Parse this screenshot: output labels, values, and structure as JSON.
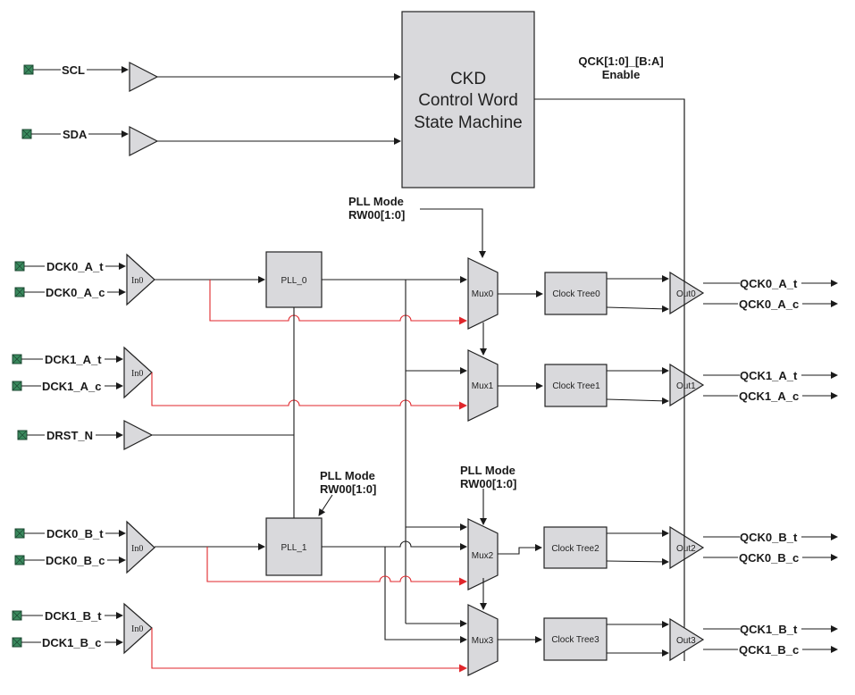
{
  "state_machine": {
    "lines": [
      "CKD",
      "Control Word",
      "State Machine"
    ]
  },
  "enable_label": [
    "QCK[1:0]_[B:A]",
    "Enable"
  ],
  "pll_mode_label": [
    "PLL Mode",
    "RW00[1:0]"
  ],
  "inputs": {
    "scl": "SCL",
    "sda": "SDA",
    "dck0_a_t": "DCK0_A_t",
    "dck0_a_c": "DCK0_A_c",
    "dck1_a_t": "DCK1_A_t",
    "dck1_a_c": "DCK1_A_c",
    "drst_n": "DRST_N",
    "dck0_b_t": "DCK0_B_t",
    "dck0_b_c": "DCK0_B_c",
    "dck1_b_t": "DCK1_B_t",
    "dck1_b_c": "DCK1_B_c"
  },
  "input_buffer_label": "In0",
  "plls": [
    "PLL_0",
    "PLL_1"
  ],
  "muxes": [
    "Mux0",
    "Mux1",
    "Mux2",
    "Mux3"
  ],
  "clock_trees": [
    "Clock Tree0",
    "Clock Tree1",
    "Clock Tree2",
    "Clock Tree3"
  ],
  "out_buffers": [
    "Out0",
    "Out1",
    "Out2",
    "Out3"
  ],
  "outputs": [
    "QCK0_A_t",
    "QCK0_A_c",
    "QCK1_A_t",
    "QCK1_A_c",
    "QCK0_B_t",
    "QCK0_B_c",
    "QCK1_B_t",
    "QCK1_B_c"
  ],
  "colors": {
    "bypass_path": "#e0262b",
    "pin": "#3a8a5e",
    "block_fill": "#d9d9dc"
  }
}
